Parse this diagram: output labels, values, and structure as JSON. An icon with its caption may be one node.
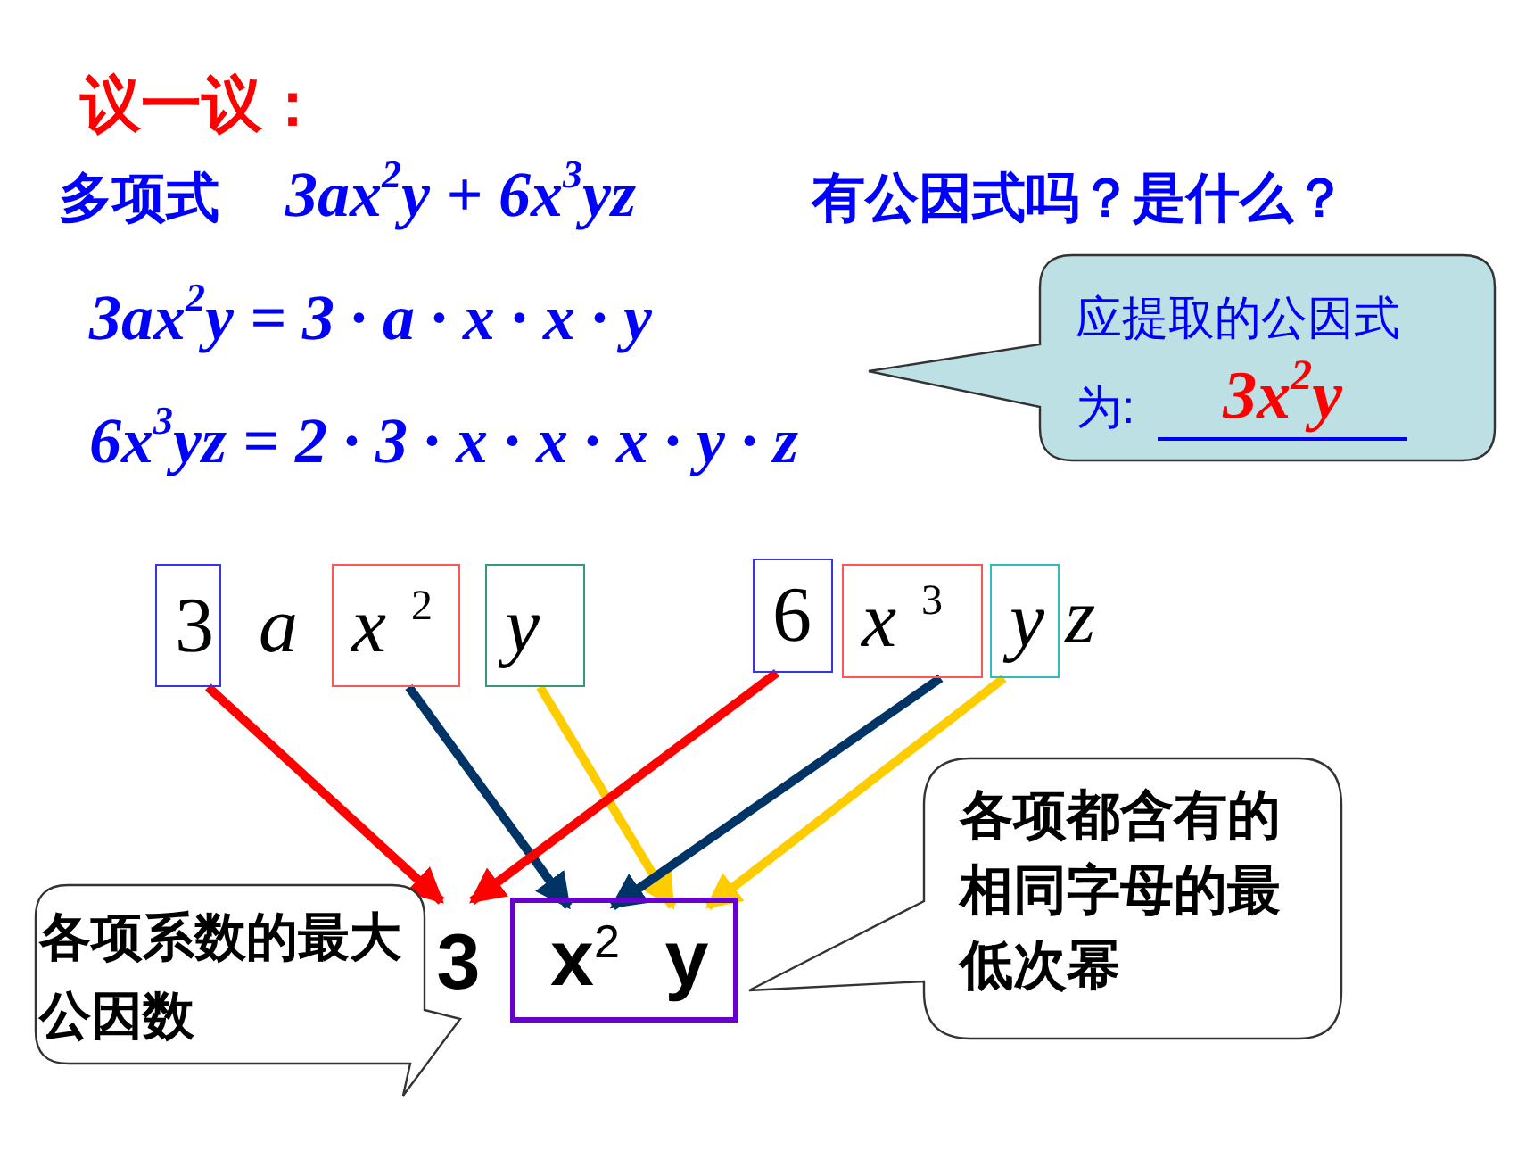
{
  "diagram": {
    "title": "议一议：",
    "nodes": [
      {
        "text": [
          "3"
        ]
      },
      {
        "text": [
          "x$^{2}$"
        ]
      },
      {
        "text": [
          "y"
        ]
      },
      {
        "text": [
          "6"
        ]
      },
      {
        "text": [
          "x$^{3}$"
        ]
      },
      {
        "text": [
          "y"
        ]
      },
      {
        "text": [
          "3"
        ]
      },
      {
        "text": [],
        "shape": "box"
      },
      {
        "text": [
          "x$^{2}$"
        ],
        "in": 7
      },
      {
        "text": [
          "y"
        ],
        "in": 7
      },
      {
        "text": [
          "各项系数的最大公因数"
        ]
      },
      {
        "text": [
          "各项都含有的相同字母的最低次幂"
        ]
      },
      {
        "text": [
          "应提取的公因式为:",
          "3x$^{2}$y"
        ]
      }
    ],
    "edges": [
      {
        "from": 0,
        "to": 6,
        "arrow": "to",
        "color": "#ff0000"
      },
      {
        "from": 1,
        "to": 8,
        "arrow": "to",
        "color": "#003366"
      },
      {
        "from": 2,
        "to": 9,
        "arrow": "to",
        "color": "#ffcc00"
      },
      {
        "from": 3,
        "to": 6,
        "arrow": "to",
        "color": "#ff0000"
      },
      {
        "from": 4,
        "to": 8,
        "arrow": "to",
        "color": "#003366"
      },
      {
        "from": 5,
        "to": 9,
        "arrow": "to",
        "color": "#ffcc00"
      }
    ],
    "labels": [
      "多项式",
      "3ax$^{2}$y + 6x$^{3}$yz",
      "有公因式吗？是什么？",
      "3ax$^{2}$y = 3 · a · x · x · y",
      "6x$^{3}$yz = 2 · 3 · x · x · x · y · z",
      "a",
      "z"
    ]
  }
}
